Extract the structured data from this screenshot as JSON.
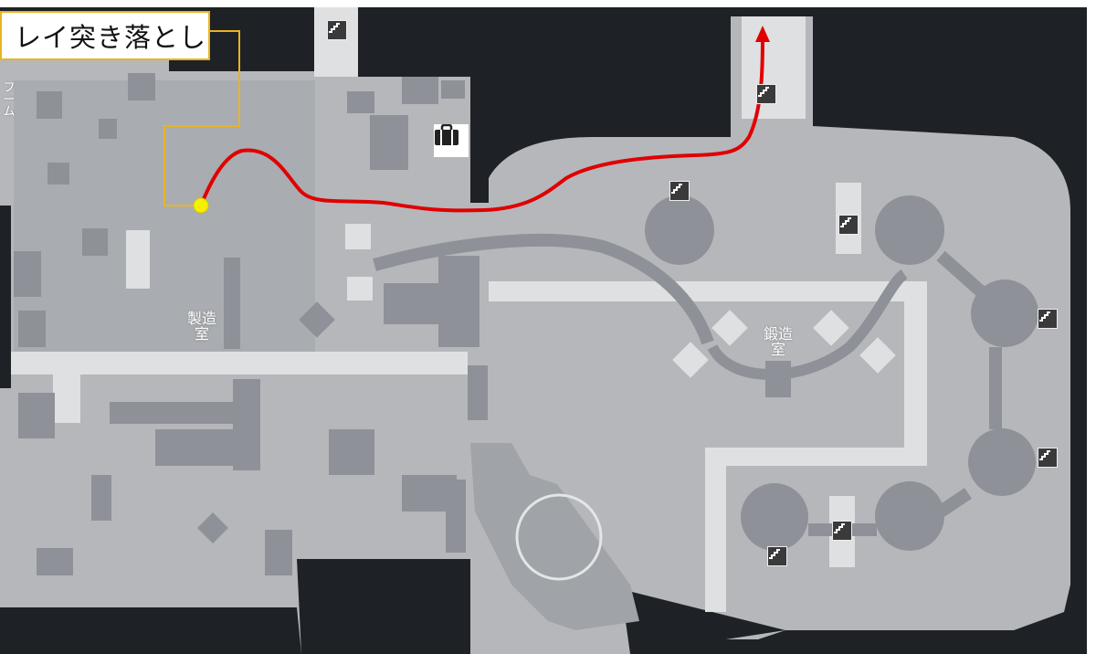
{
  "callout": {
    "label": "レイ突き落とし"
  },
  "rooms": {
    "left_label": "製造\n室",
    "right_label": "鍛造\n室",
    "edge_label": "フ\nー\nム"
  },
  "icons": {
    "stairs": "stairs-icon",
    "bag": "bag-icon",
    "start": "start-point-icon"
  },
  "colors": {
    "floor": "#b5b7bb",
    "wall": "#8e9197",
    "void": "#1e2226",
    "corridor": "#dfe0e2",
    "route": "#e00000",
    "callout_border": "#e9b323",
    "start_point": "#f7f000"
  }
}
